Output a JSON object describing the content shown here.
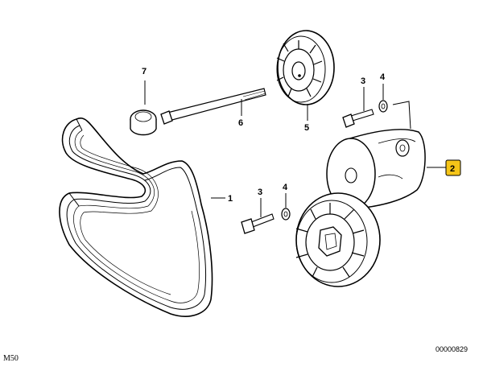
{
  "diagram": {
    "callouts": {
      "belt": "1",
      "tensioner": "2",
      "bolt_upper": "3",
      "bolt_lower": "3",
      "washer_upper": "4",
      "washer_lower": "4",
      "idler_pulley": "5",
      "long_bolt": "6",
      "cap": "7"
    },
    "highlight_color": "#f5c518",
    "line_color": "#000000"
  },
  "footer": {
    "model": "M50",
    "drawing_number": "00000829"
  }
}
